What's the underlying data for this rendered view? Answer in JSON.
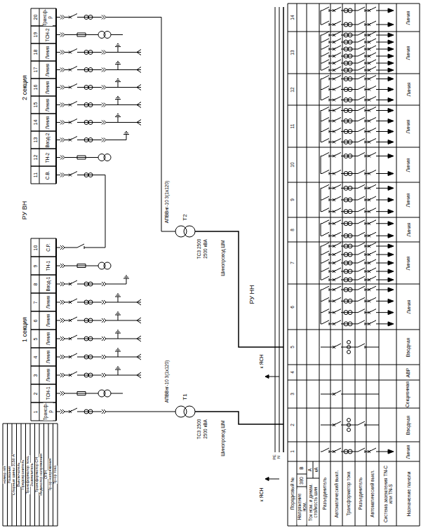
{
  "diagram": {
    "labels": [
      "номер п/п",
      "Название",
      "Сборные шины 3150 А",
      "Выключатель",
      "Предохранитель",
      "Трансформатор тока,",
      "Заземлитель",
      "Трансформатор СН",
      "Индикатор напряжения",
      "ОПН",
      "Тр-ор напряжения",
      "Тр-ор тока",
      "1 секция",
      "2 секция",
      "РУ ВН",
      "1",
      "Трансф-р",
      "2",
      "ТСН-1",
      "3",
      "Линия",
      "4",
      "Линия",
      "5",
      "Линия",
      "6",
      "Линия",
      "7",
      "Линия",
      "8",
      "Ввод-1",
      "9",
      "ТН-1",
      "10",
      "С.Р.",
      "11",
      "С.В.",
      "12",
      "ТН-2",
      "13",
      "Ввод-2",
      "14",
      "Линия",
      "15",
      "Линия",
      "16",
      "Линия",
      "17",
      "Линия",
      "18",
      "Линия",
      "19",
      "ТСН-2",
      "20",
      "Трансф-р",
      "Т1",
      "ТСЗ 2500",
      "2500 кВА",
      "АПВВнг-10 3(1х120)",
      "Шинопровод ШМ",
      "Т2",
      "ТСЗ 2500",
      "2500 кВА",
      "АПВВнг-10 3(1х120)",
      "Шинопровод ШМ",
      "РУ НН",
      "к ЯСН",
      "к ЯСН",
      "PE",
      "N",
      "Порядковый №",
      "Напряжение ном.",
      "380",
      "В",
      "Ток ном. и динам. стойкость шин",
      "А",
      "кА",
      "Разъединитель",
      "Автоматический выкл.",
      "Трансформатор тока",
      "Разъединитель",
      "Автоматический выкл.",
      "Система заземления TN-C или TN-S",
      "Назначение панели",
      "1",
      "Линия",
      "2",
      "Вводная",
      "3",
      "Секционная",
      "4",
      "АВР",
      "5",
      "Вводная",
      "6",
      "Линия",
      "7",
      "Линия",
      "8",
      "Линия",
      "9",
      "Линия",
      "10",
      "Линия",
      "11",
      "Линия",
      "12",
      "Линия",
      "13",
      "Линия",
      "14",
      "Линия"
    ]
  }
}
